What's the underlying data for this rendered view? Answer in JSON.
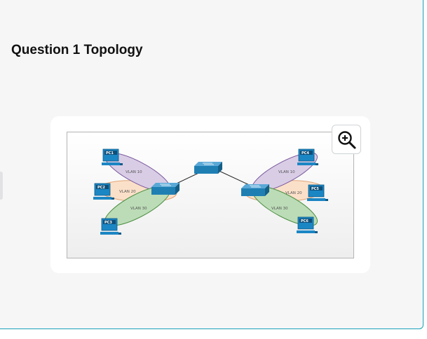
{
  "title": "Question 1 Topology",
  "zoom": {
    "icon": "zoom-in-icon"
  },
  "topology": {
    "pcs": [
      {
        "id": "pc1",
        "label": "PC1"
      },
      {
        "id": "pc2",
        "label": "PC2"
      },
      {
        "id": "pc3",
        "label": "PC3"
      },
      {
        "id": "pc4",
        "label": "PC4"
      },
      {
        "id": "pc5",
        "label": "PC5"
      },
      {
        "id": "pc6",
        "label": "PC6"
      }
    ],
    "vlans": {
      "left": [
        "VLAN 10",
        "VLAN 20",
        "VLAN 30"
      ],
      "right": [
        "VLAN 10",
        "VLAN 20",
        "VLAN 30"
      ]
    },
    "colors": {
      "vlan10": "#d9cde6",
      "vlan20": "#fbe0c9",
      "vlan30": "#bcdcb7",
      "switch": "#1f7fb3",
      "pc": "#1b86c4",
      "accent": "#17a2b8"
    }
  }
}
